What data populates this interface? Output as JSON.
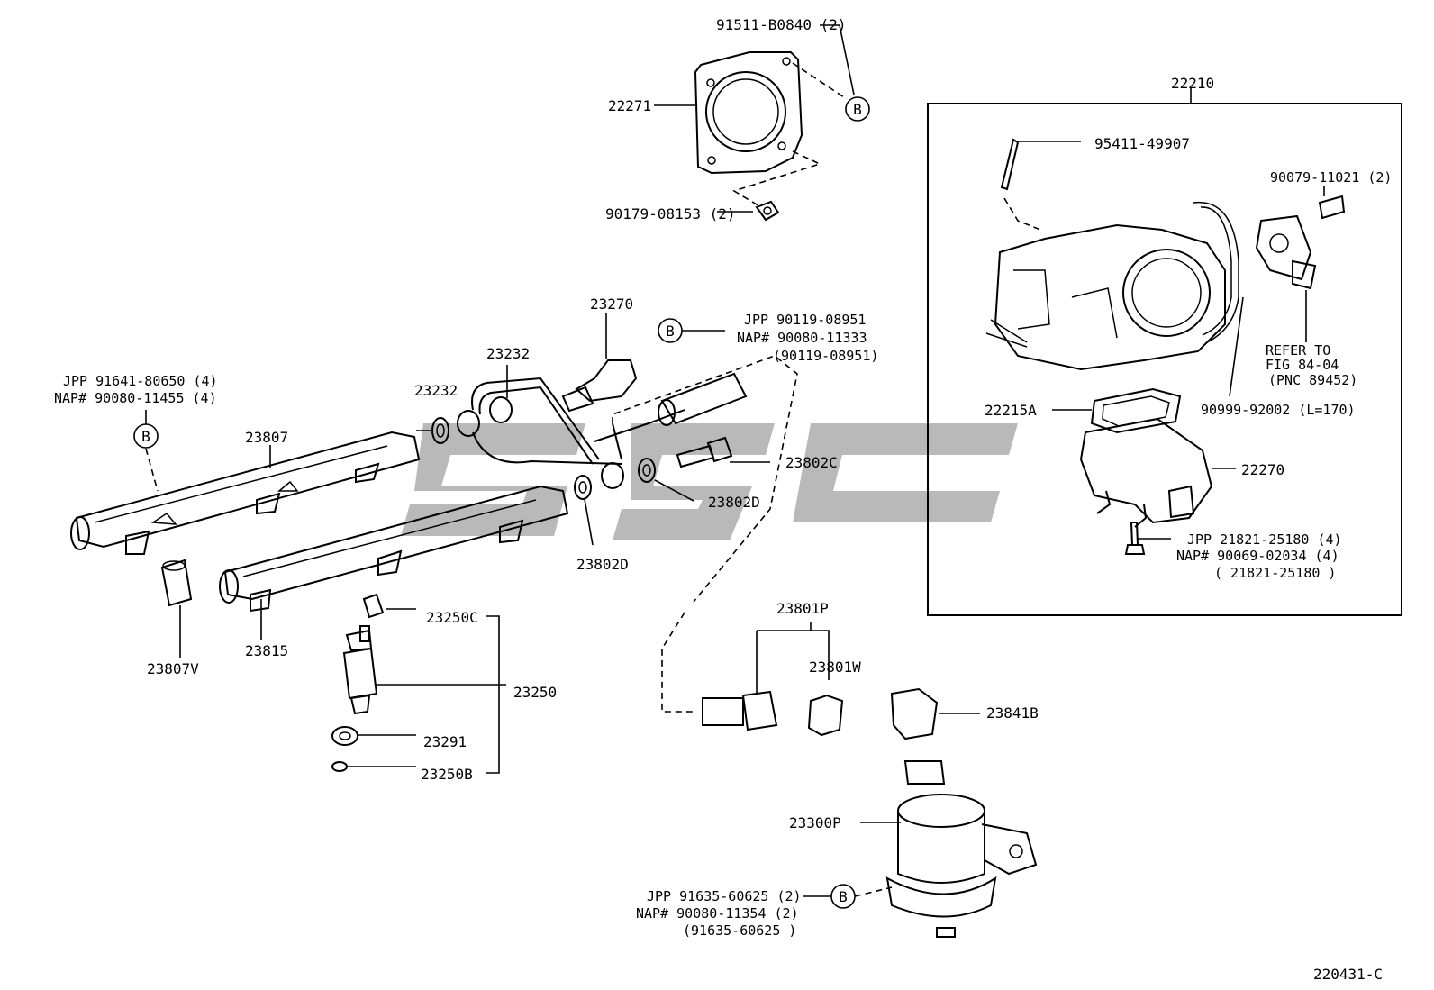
{
  "figure_code": "220431-C",
  "callout_letter": "B",
  "frame_label": "22210",
  "labels": {
    "p22271": "22271",
    "p91511": "91511-B0840 (2)",
    "p90179": "90179-08153 (2)",
    "p23270": "23270",
    "p23232a": "23232",
    "p23232b": "23232",
    "jpp_bolt_b": "JPP  90119-08951",
    "nap_bolt_b": "NAP#  90080-11333",
    "alt_bolt_b": "(90119-08951)",
    "jpp_rail_b": "JPP  91641-80650 (4)",
    "nap_rail_b": "NAP# 90080-11455 (4)",
    "p23807": "23807",
    "p23802c": "23802C",
    "p23802d_a": "23802D",
    "p23802d_b": "23802D",
    "p23807v": "23807V",
    "p23815": "23815",
    "p23250c": "23250C",
    "p23250": "23250",
    "p23291": "23291",
    "p23250b": "23250B",
    "p23801p": "23801P",
    "p23801w": "23801W",
    "p23841b": "23841B",
    "p23300p": "23300P",
    "jpp_reg": "JPP  91635-60625 (2)",
    "nap_reg": "NAP# 90080-11354 (2)",
    "alt_reg": "(91635-60625 )",
    "p95411": "95411-49907",
    "p90079": "90079-11021 (2)",
    "refer1": "REFER TO",
    "refer2": "FIG 84-04",
    "refer3": "(PNC 89452)",
    "p90999": "90999-92002 (L=170)",
    "p22215a": "22215A",
    "p22270": "22270",
    "jpp_isc": "JPP   21821-25180 (4)",
    "nap_isc": "NAP# 90069-02034 (4)",
    "alt_isc": "( 21821-25180 )"
  }
}
